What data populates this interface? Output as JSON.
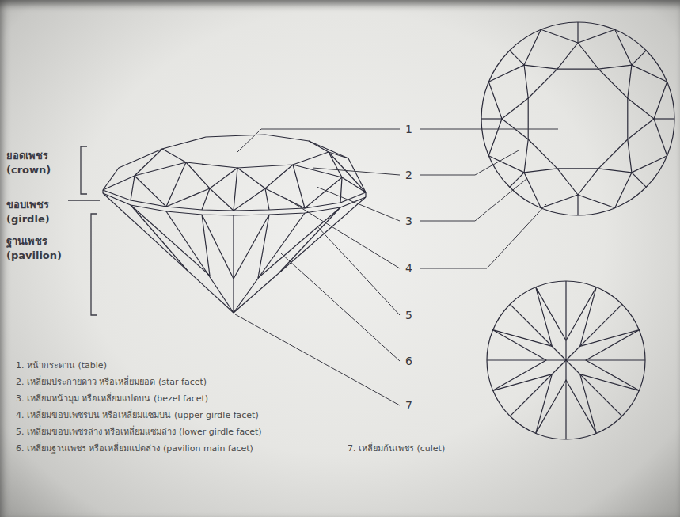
{
  "diagram": {
    "labels": [
      "ยอดเพชร (crown)",
      "ขอบเพชร (girdle)",
      "ฐานเพชร (pavilion)",
      "1",
      "2",
      "3",
      "4",
      "5",
      "6",
      "7",
      "1. หน้ากระดาน (table)",
      "2. เหลี่ยมประกายดาว หรือเหลี่ยมยอด (star facet)",
      "3. เหลี่ยมหน้ามุม หรือเหลี่ยมแปดบน (bezel facet)",
      "4. เหลี่ยมขอบเพชรบน หรือเหลี่ยมแซมบน (upper girdle facet)",
      "5. เหลี่ยมขอบเพชรล่าง หรือเหลี่ยมแซมล่าง (lower girdle facet)",
      "6. เหลี่ยมฐานเพชร หรือเหลี่ยมแปดล่าง (pavilion main facet)",
      "7. เหลี่ยมก้นเพชร (culet)"
    ]
  }
}
